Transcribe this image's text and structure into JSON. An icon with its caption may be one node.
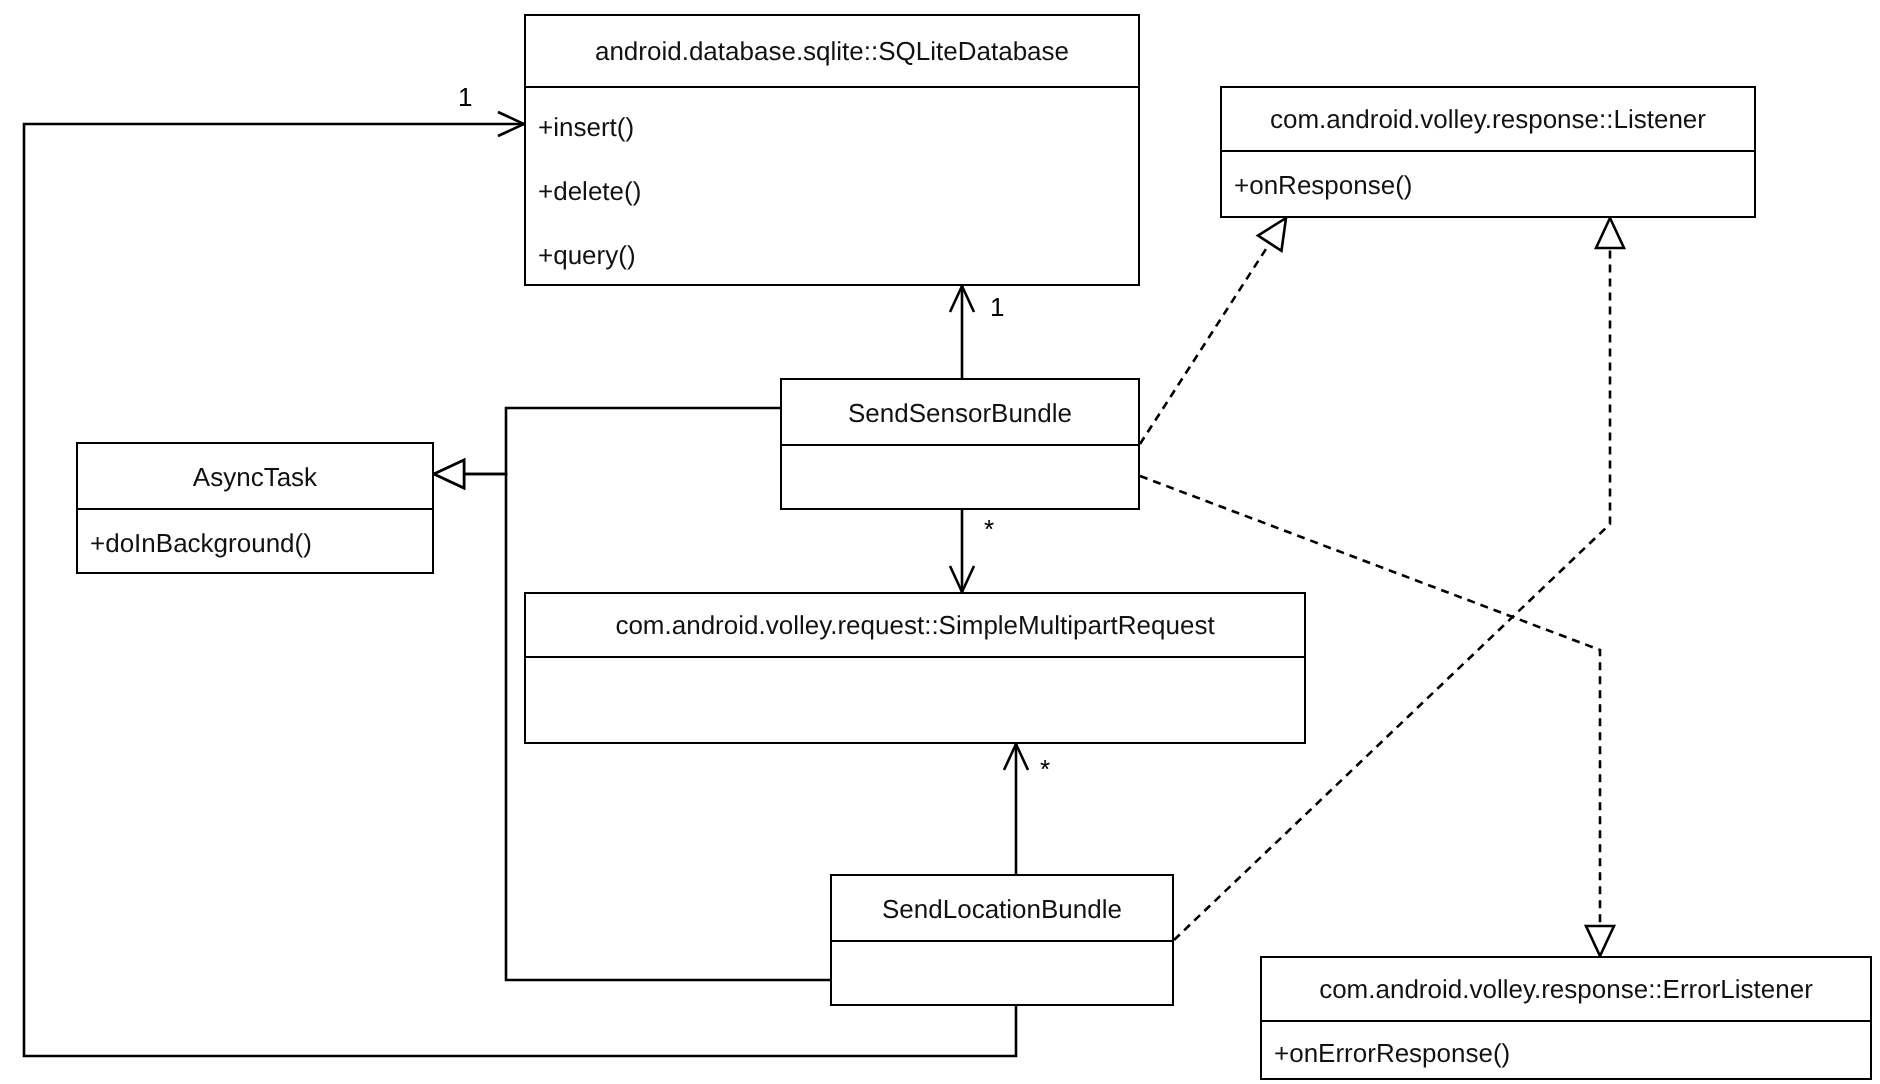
{
  "diagram": {
    "nodes": [
      {
        "text": [
          "android.database.sqlite::SQLiteDatabase",
          "+insert()",
          "+delete()",
          "+query()"
        ]
      },
      {
        "text": [
          "com.android.volley.response::Listener",
          "+onResponse()"
        ]
      },
      {
        "text": [
          "AsyncTask",
          "+doInBackground()"
        ]
      },
      {
        "text": [
          "SendSensorBundle"
        ]
      },
      {
        "text": [
          "com.android.volley.request::SimpleMultipartRequest"
        ]
      },
      {
        "text": [
          "SendLocationBundle"
        ]
      },
      {
        "text": [
          "com.android.volley.response::ErrorListener",
          "+onErrorResponse()"
        ]
      }
    ],
    "edges": [
      {
        "from": 3,
        "to": 0,
        "arrow": "to",
        "label": "1"
      },
      {
        "from": 3,
        "to": 4,
        "arrow": "to",
        "label": "*"
      },
      {
        "from": 3,
        "to": 2,
        "arrow": "to"
      },
      {
        "from": 5,
        "to": 2,
        "arrow": "to"
      },
      {
        "from": 3,
        "to": 1,
        "arrow": "to",
        "style": "dashed"
      },
      {
        "from": 3,
        "to": 6,
        "arrow": "to",
        "style": "dashed"
      },
      {
        "from": 5,
        "to": 1,
        "arrow": "to",
        "style": "dashed"
      },
      {
        "from": 5,
        "to": 4,
        "arrow": "to",
        "label": "*"
      },
      {
        "from": 5,
        "to": 0,
        "arrow": "to",
        "label": "1"
      }
    ]
  }
}
